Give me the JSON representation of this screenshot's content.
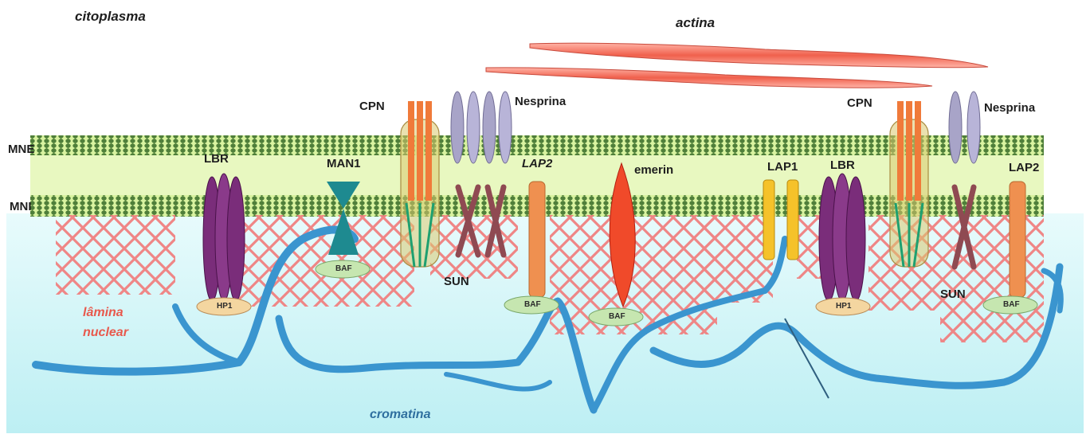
{
  "regions": {
    "cytoplasm": "citoplasma",
    "actin": "actina",
    "lamina_line1": "lâmina",
    "lamina_line2": "nuclear",
    "chromatin": "cromatina"
  },
  "membranes": {
    "outer": "MNE",
    "inner": "MNI"
  },
  "proteins": {
    "cpn_left": "CPN",
    "nesprin_left": "Nesprina",
    "lbr_left": "LBR",
    "man1": "MAN1",
    "lap2_left": "LAP2",
    "emerin": "emerin",
    "lap1": "LAP1",
    "lbr_right": "LBR",
    "cpn_right": "CPN",
    "nesprin_right": "Nesprina",
    "lap2_right": "LAP2",
    "sun_left": "SUN",
    "sun_right": "SUN"
  },
  "tags": {
    "hp1_left": "HP1",
    "baf_man1": "BAF",
    "baf_lap2": "BAF",
    "baf_emerin": "BAF",
    "hp1_right": "HP1",
    "baf_right": "BAF"
  },
  "colors": {
    "membrane_green": "#5f8f45",
    "membrane_fill": "#d9f3a0",
    "nucleoplasm": "#c9f0f4",
    "lamina_red": "#f08080",
    "actin_red": "#f07060",
    "chromatin_blue": "#3a95cf",
    "lbr_purple": "#7a2d7a",
    "man1_teal": "#1e8a90",
    "lap2_orange": "#ef9050",
    "emerin_red": "#f04a2a",
    "lap1_yellow": "#f5c22a",
    "sun_brown": "#8f4a52",
    "nesprin_gray": "#a8a4c8",
    "baf_green": "#c6e6b0",
    "hp1_tan": "#f4d6a0"
  }
}
